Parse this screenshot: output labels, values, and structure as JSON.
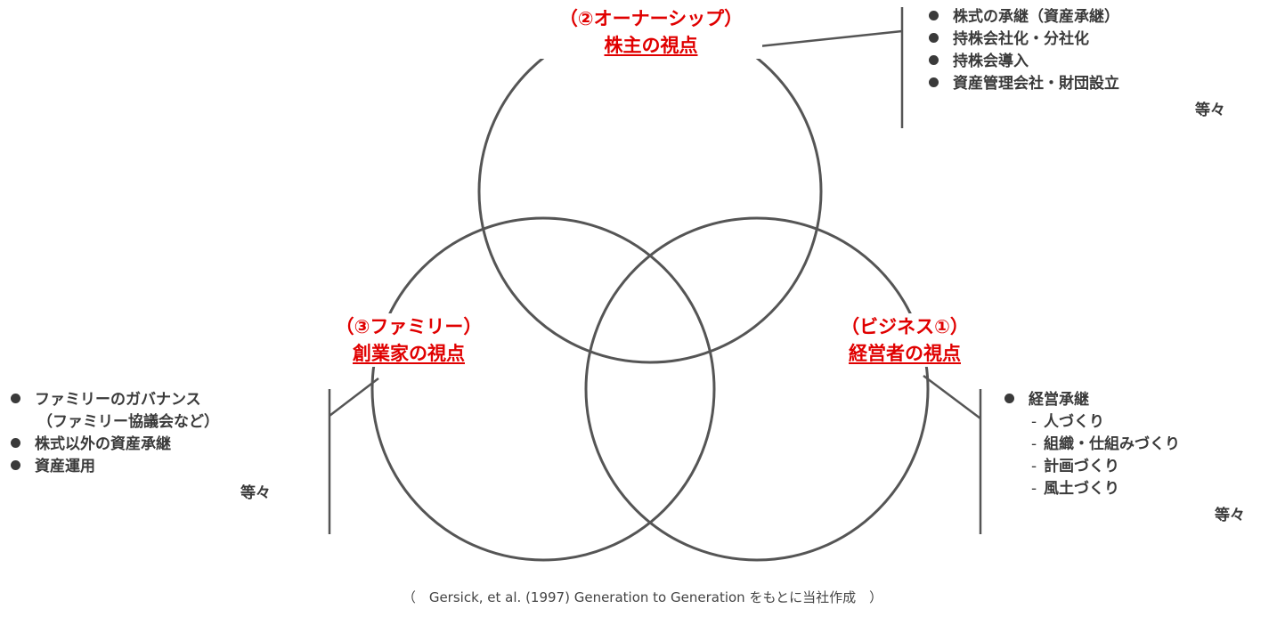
{
  "colors": {
    "accent": "#e00000",
    "stroke": "#555555",
    "text": "#333333"
  },
  "ownership": {
    "heading": "（②オーナーシップ）",
    "sub": "株主の視点",
    "items": [
      "株式の承継（資産承継）",
      "持株会社化・分社化",
      "持株会導入",
      "資産管理会社・財団設立"
    ],
    "etc": "等々"
  },
  "family": {
    "heading": "（③ファミリー）",
    "sub": "創業家の視点",
    "items": [
      "ファミリーのガバナンス",
      "株式以外の資産承継",
      "資産運用"
    ],
    "item_sub": "（ファミリー協議会など）",
    "etc": "等々"
  },
  "business": {
    "heading": "（ビジネス①）",
    "sub": "経営者の視点",
    "item": "経営承継",
    "sub_items": [
      "人づくり",
      "組織・仕組みづくり",
      "計画づくり",
      "風土づくり"
    ],
    "dash": "-",
    "etc": "等々"
  },
  "caption": "（　Gersick, et al. (1997) Generation to Generation をもとに当社作成　）"
}
